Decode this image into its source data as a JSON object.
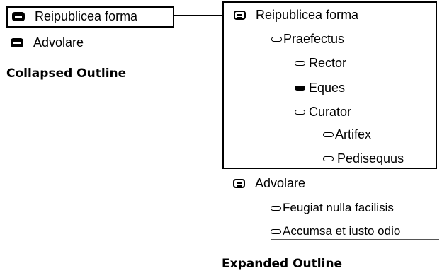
{
  "collapsed": {
    "items": [
      {
        "label": "Reipublicea forma",
        "icon": "solid-outline-icon"
      },
      {
        "label": "Advolare",
        "icon": "solid-outline-icon"
      }
    ],
    "caption": "Collapsed Outline"
  },
  "expanded": {
    "root": {
      "label": "Reipublicea forma",
      "icon": "outline-icon"
    },
    "children": [
      {
        "label": "Praefectus",
        "icon": "pill-icon"
      },
      {
        "label": "Rector",
        "icon": "pill-icon"
      },
      {
        "label": "Eques",
        "icon": "pill-filled-icon"
      },
      {
        "label": "Curator",
        "icon": "pill-icon"
      },
      {
        "label": "Artifex",
        "icon": "pill-icon"
      },
      {
        "label": "Pedisequus",
        "icon": "pill-icon"
      }
    ],
    "second": {
      "label": "Advolare",
      "icon": "outline-icon"
    },
    "second_children": [
      {
        "label": "Feugiat nulla facilisis",
        "icon": "pill-icon"
      },
      {
        "label": "Accumsa et iusto odio",
        "icon": "pill-icon"
      }
    ],
    "caption": "Expanded Outline"
  }
}
